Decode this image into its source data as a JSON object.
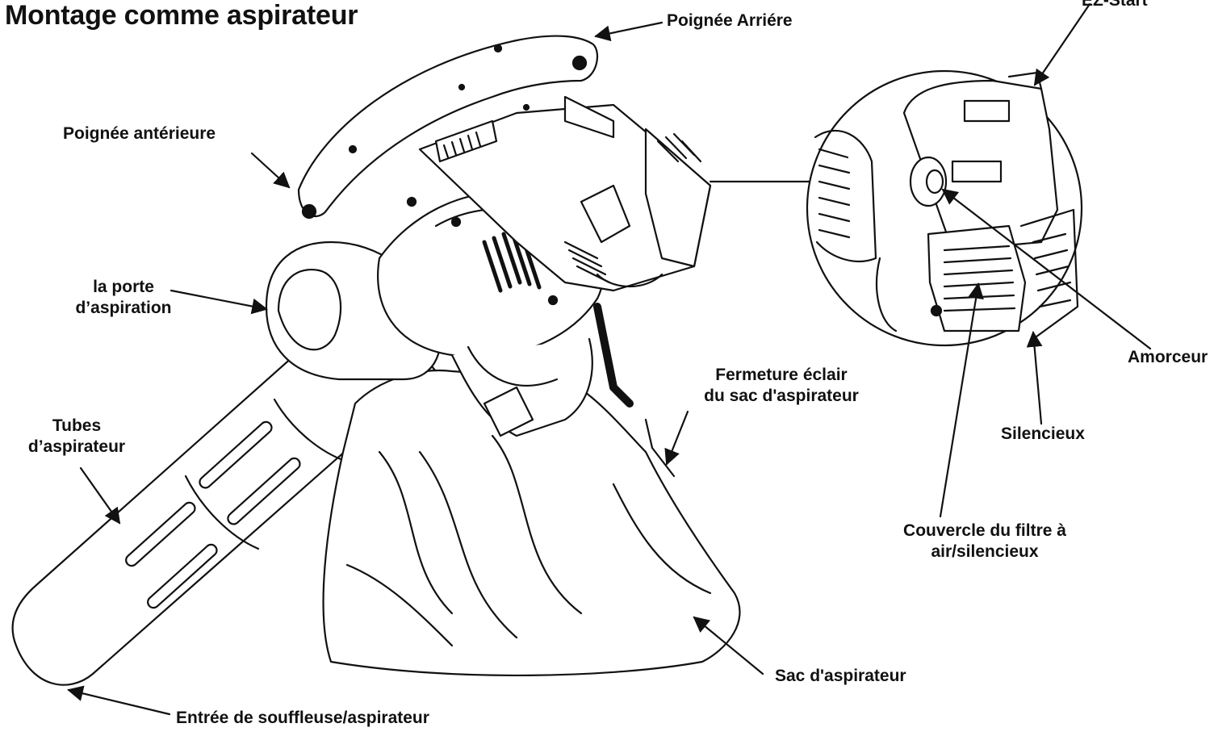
{
  "title": "Montage comme aspirateur",
  "labels": {
    "poignee_arriere": "Poignée Arriére",
    "ez_start": "EZ-Start",
    "poignee_anterieure": "Poignée antérieure",
    "porte_aspiration_l1": "la porte",
    "porte_aspiration_l2": "d’aspiration",
    "tubes_l1": "Tubes",
    "tubes_l2": "d’aspirateur",
    "fermeture_l1": "Fermeture éclair",
    "fermeture_l2": "du sac d'aspirateur",
    "amorceur": "Amorceur",
    "silencieux": "Silencieux",
    "couvercle_l1": "Couvercle du filtre à",
    "couvercle_l2": "air/silencieux",
    "sac": "Sac d'aspirateur",
    "entree": "Entrée de souffleuse/aspirateur"
  },
  "colors": {
    "line": "#111111",
    "background": "#ffffff"
  }
}
